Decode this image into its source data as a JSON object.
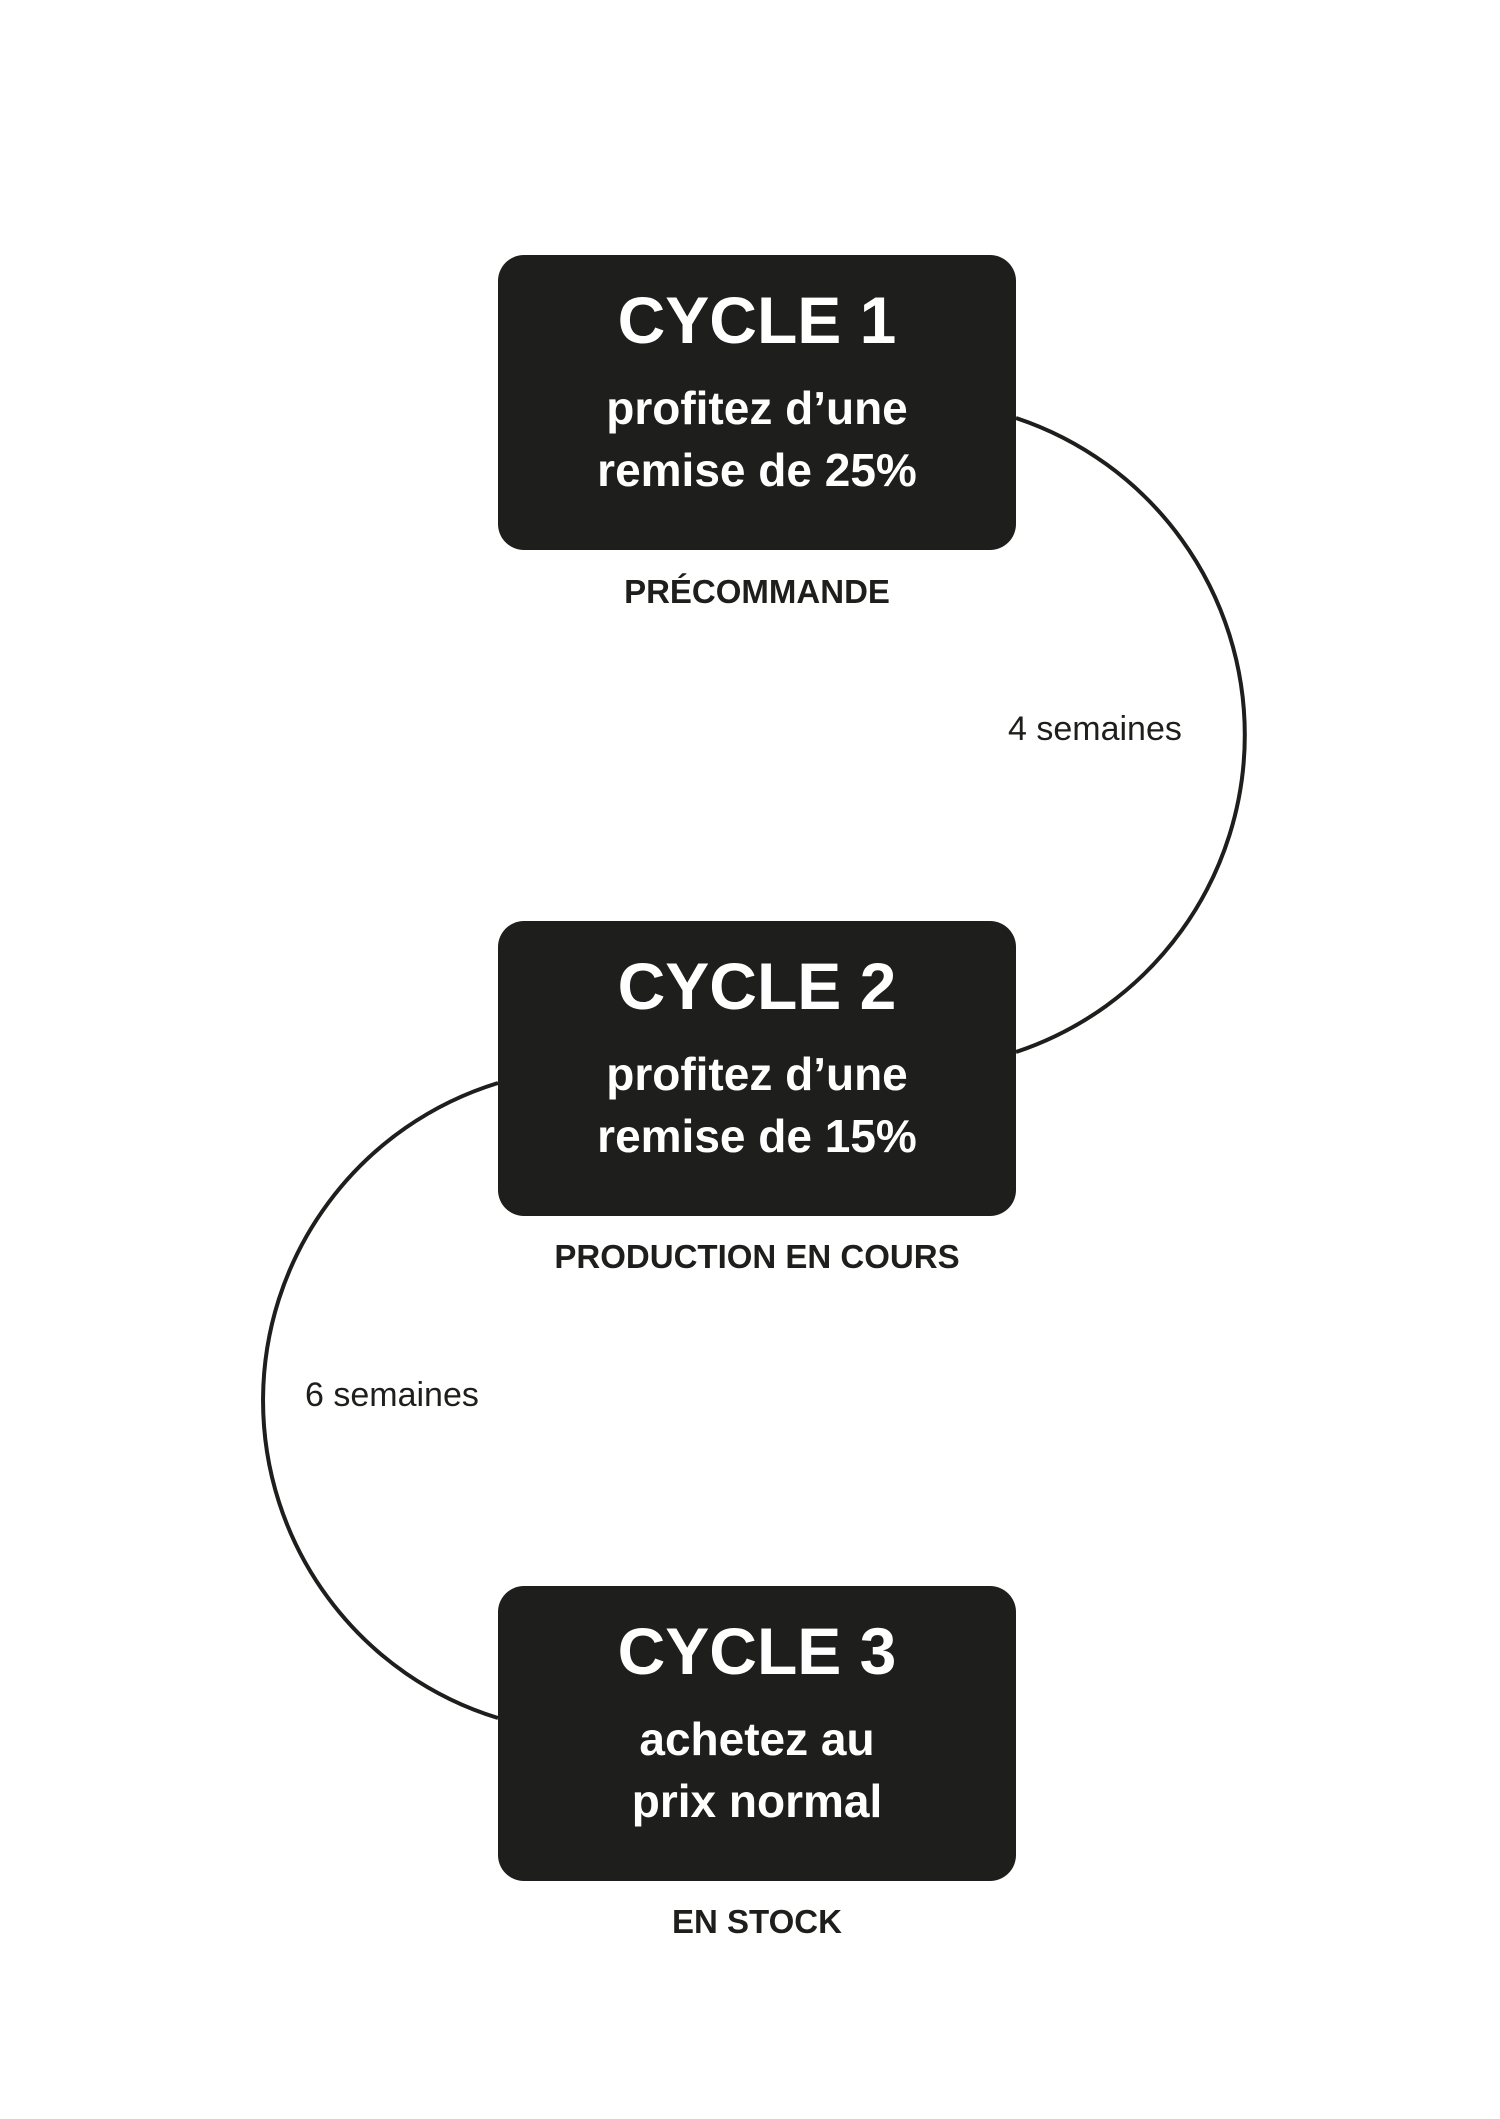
{
  "cycles": [
    {
      "title": "CYCLE 1",
      "line1": "profitez d’une",
      "line2": "remise de 25%",
      "status": "PRÉCOMMANDE"
    },
    {
      "title": "CYCLE 2",
      "line1": "profitez d’une",
      "line2": "remise de 15%",
      "status": "PRODUCTION EN COURS"
    },
    {
      "title": "CYCLE 3",
      "line1": "achetez au",
      "line2": "prix normal",
      "status": "EN STOCK"
    }
  ],
  "transitions": [
    {
      "duration": "4 semaines"
    },
    {
      "duration": "6 semaines"
    }
  ],
  "colors": {
    "box": "#1e1e1c",
    "text": "#ffffff"
  }
}
